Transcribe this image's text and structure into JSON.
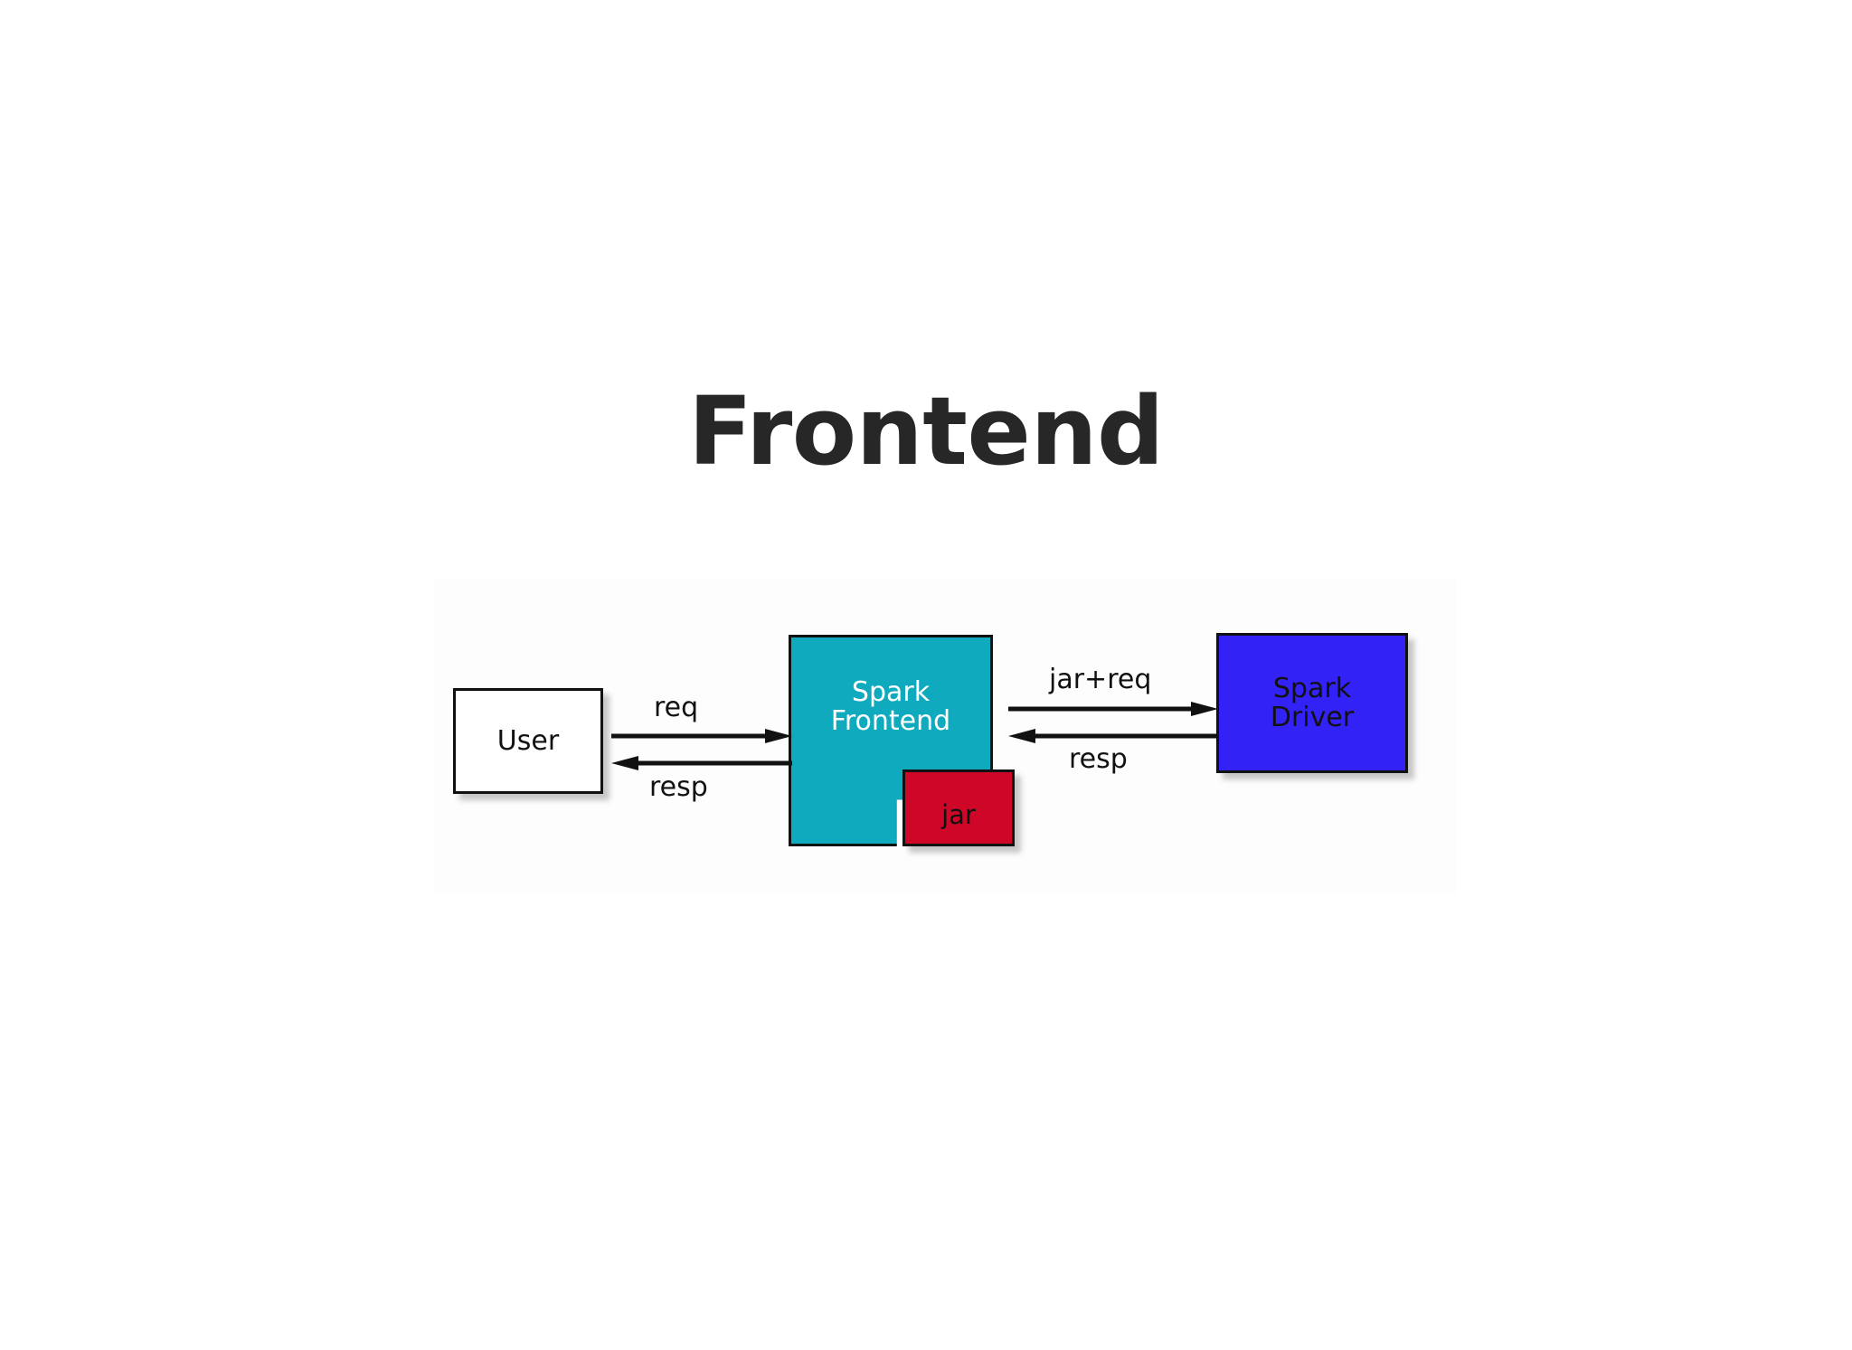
{
  "slide": {
    "title": "Frontend",
    "title_color": "#272727",
    "background_color": "#ffffff"
  },
  "diagram": {
    "type": "block-architecture-diagram",
    "background_color": "#fdfdfd",
    "nodes": [
      {
        "id": "user",
        "label": "User",
        "fill": "#ffffff",
        "text_color": "#111111",
        "border_color": "#111111"
      },
      {
        "id": "frontend",
        "label": "Spark\nFrontend",
        "fill": "#10AABE",
        "text_color": "#ffffff",
        "border_color": "#111111"
      },
      {
        "id": "jar",
        "label": "jar",
        "fill": "#CE0729",
        "text_color": "#111111",
        "border_color": "#111111"
      },
      {
        "id": "driver",
        "label": "Spark\nDriver",
        "fill": "#3322F5",
        "text_color": "#111111",
        "border_color": "#111111"
      }
    ],
    "edges": [
      {
        "id": "req",
        "label": "req",
        "from": "user",
        "to": "frontend",
        "direction": "right"
      },
      {
        "id": "resp",
        "label": "resp",
        "from": "frontend",
        "to": "user",
        "direction": "left"
      },
      {
        "id": "jar-req",
        "label": "jar+req",
        "from": "frontend",
        "to": "driver",
        "direction": "right"
      },
      {
        "id": "driver-resp",
        "label": "resp",
        "from": "driver",
        "to": "frontend",
        "direction": "left"
      }
    ]
  }
}
